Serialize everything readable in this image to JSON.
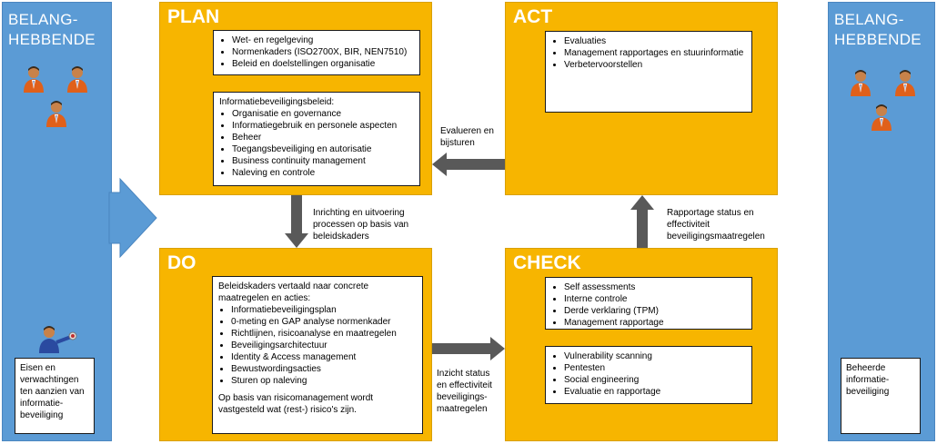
{
  "left_stakeholders": {
    "title_line1": "BELANG-",
    "title_line2": "HEBBENDE",
    "box_text": "Eisen en verwachtingen ten aanzien van informatie-beveiliging"
  },
  "right_stakeholders": {
    "title_line1": "BELANG-",
    "title_line2": "HEBBENDE",
    "box_text": "Beheerde informatie-beveiliging"
  },
  "plan": {
    "title": "PLAN",
    "box1_items": [
      "Wet- en regelgeving",
      "Normenkaders (ISO2700X, BIR, NEN7510)",
      "Beleid en doelstellingen organisatie"
    ],
    "box2_heading": "Informatiebeveiligingsbeleid:",
    "box2_items": [
      "Organisatie en governance",
      "Informatiegebruik en personele aspecten",
      "Beheer",
      "Toegangsbeveiliging en autorisatie",
      "Business continuity management",
      "Naleving en controle"
    ]
  },
  "act": {
    "title": "ACT",
    "box_items": [
      "Evaluaties",
      "Management rapportages en stuurinformatie",
      "Verbetervoorstellen"
    ]
  },
  "do": {
    "title": "DO",
    "heading": "Beleidskaders vertaald naar concrete maatregelen en acties:",
    "items": [
      "Informatiebeveiligingsplan",
      "0-meting en GAP analyse normenkader",
      "Richtlijnen, risicoanalyse  en maatregelen",
      "Beveiligingsarchitectuur",
      "Identity & Access management",
      "Bewustwordingsacties",
      "Sturen op naleving"
    ],
    "footer": "Op basis van risicomanagement wordt vastgesteld wat (rest-) risico's zijn."
  },
  "check": {
    "title": "CHECK",
    "box1_items": [
      "Self assessments",
      "Interne controle",
      "Derde verklaring (TPM)",
      "Management rapportage"
    ],
    "box2_items": [
      "Vulnerability scanning",
      "Pentesten",
      "Social engineering",
      "Evaluatie en rapportage"
    ]
  },
  "arrows": {
    "plan_to_do": "Inrichting en uitvoering processen op basis van beleidskaders",
    "act_to_plan": "Evalueren en bijsturen",
    "check_to_act": "Rapportage status en effectiviteit beveiligingsmaatregelen",
    "do_to_check": "Inzicht status en effectiviteit beveiligings-maatregelen"
  },
  "colors": {
    "panel": "#f7b500",
    "stakeholder": "#5b9bd5",
    "arrow": "#595959",
    "white": "#ffffff"
  }
}
